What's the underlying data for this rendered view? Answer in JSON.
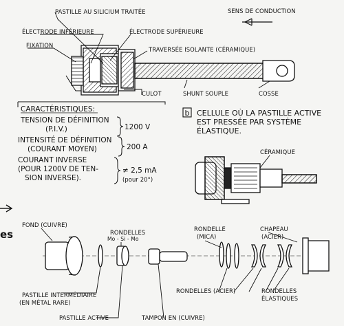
{
  "top": {
    "pastille": "PASTILLE AU SILICIUM TRAITÉE",
    "sens": "SENS DE CONDUCTION",
    "electrode_inf": "ÉLECTRODE INFÉRIEURE",
    "electrode_sup": "ÉLECTRODE SUPÉRIEURE",
    "fixation": "FIXATION",
    "traversee": "TRAVERSÉE ISOLANTE (CÉRAMIQUE)",
    "culot": "CULOT",
    "shunt": "SHUNT SOUPLE",
    "cosse": "COSSE"
  },
  "specs": {
    "title": "CARACTÉRISTIQUES:",
    "tension_l1": "TENSION DE DÉFINITION",
    "tension_l2": "(P.I.V.)",
    "tension_val": "1200 V",
    "intensite_l1": "INTENSITÉ DE DÉFINITION",
    "intensite_l2": "(COURANT MOYEN)",
    "intensite_val": "200 A",
    "courant_l1": "COURANT INVERSE",
    "courant_l2": "(POUR 1200V DE TEN-",
    "courant_l3": "SION INVERSE).",
    "courant_val1": "≠ 2,5 mA",
    "courant_val2": "(pour 20°)"
  },
  "section_b": {
    "letter": "b",
    "line1": "CELLULE OÙ LA PASTILLE ACTIVE",
    "line2": "EST PRESSÉE PAR SYSTÈME",
    "line3": "ÉLASTIQUE.",
    "ceramique": "CÉRAMIQUE"
  },
  "bottom": {
    "es": "es",
    "fond": "FOND (CUIVRE)",
    "rondelles_title": "RONDELLES",
    "rondelles_mat": "Mo - Si - Mo",
    "rondelle_mica_1": "RONDELLE",
    "rondelle_mica_2": "(MICA)",
    "chapeau_1": "CHAPEAU",
    "chapeau_2": "(ACIER)",
    "pastille_inter_1": "PASTILLE INTERMÉDIAIRE",
    "pastille_inter_2": "(EN MÉTAL RARE)",
    "rondelles_acier": "RONDELLES (ACIER)",
    "rondelles_elast_1": "RONDELLES",
    "rondelles_elast_2": "ÉLASTIQUES",
    "pastille_active": "PASTILLE ACTIVE",
    "tampon": "TAMPON EN (CUIVRE)"
  }
}
